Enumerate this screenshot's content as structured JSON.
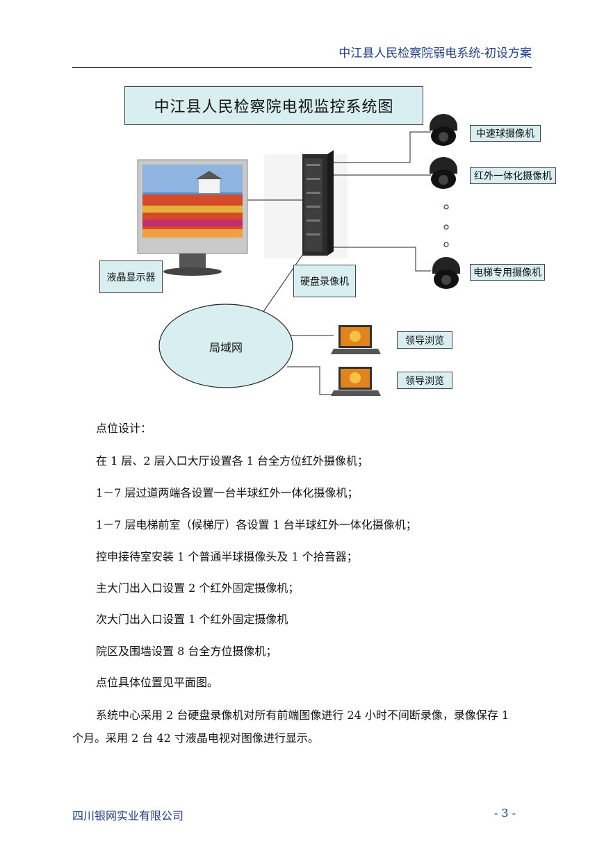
{
  "header": {
    "title": "中江县人民检察院弱电系统-初设方案"
  },
  "diagram": {
    "title": "中江县人民检察院电视监控系统图",
    "labels": {
      "monitor": "液晶显示器",
      "recorder": "硬盘录像机",
      "speed_dome": "中速球摄像机",
      "ir_camera": "红外一体化摄像机",
      "elevator_camera": "电梯专用摄像机",
      "lan": "局域网",
      "leader_view_1": "领导浏览",
      "leader_view_2": "领导浏览"
    }
  },
  "content": {
    "paragraphs": [
      "点位设计：",
      "在 1 层、2 层入口大厅设置各 1 台全方位红外摄像机；",
      "1－7 层过道两端各设置一台半球红外一体化摄像机；",
      "1－7 层电梯前室（候梯厅）各设置 1 台半球红外一体化摄像机；",
      "控申接待室安装 1 个普通半球摄像头及 1 个拾音器；",
      "主大门出入口设置 2 个红外固定摄像机；",
      "次大门出入口设置 1 个红外固定摄像机",
      "院区及围墙设置 8 台全方位摄像机；",
      "点位具体位置见平面图。"
    ],
    "summary_line1": "系统中心采用 2 台硬盘录像机对所有前端图像进行 24 小时不间断录像，录像保存 1",
    "summary_line2": "个月。采用 2 台 42 寸液晶电视对图像进行显示。"
  },
  "footer": {
    "company": "四川银网实业有限公司",
    "page": "- 3 -"
  }
}
